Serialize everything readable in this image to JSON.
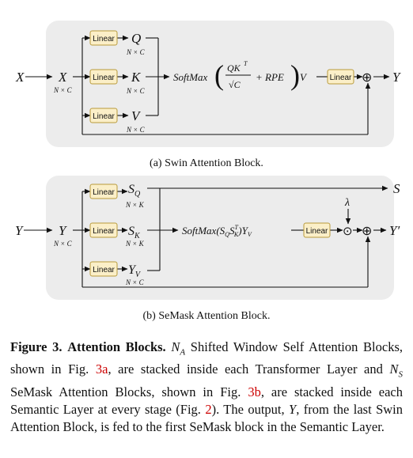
{
  "figure": {
    "swin": {
      "input_outer": "X",
      "input_inner": "X",
      "input_dim": "N × C",
      "linear_q": "Linear",
      "linear_k": "Linear",
      "linear_v": "Linear",
      "q": "Q",
      "k": "K",
      "v": "V",
      "q_dim": "N × C",
      "k_dim": "N × C",
      "v_dim": "N × C",
      "softmax": "SoftMax",
      "numerator": "QK",
      "numerator_sup": "T",
      "denominator": "√C",
      "rpe": "+ RPE",
      "post_v": "V",
      "linear_out": "Linear",
      "plus": "⊕",
      "output": "Y",
      "caption": "(a) Swin Attention Block."
    },
    "semask": {
      "input_outer": "Y",
      "input_inner": "Y",
      "input_dim": "N × C",
      "linear_q": "Linear",
      "linear_k": "Linear",
      "linear_v": "Linear",
      "sq": "S",
      "sq_sub": "Q",
      "sk": "S",
      "sk_sub": "K",
      "yv": "Y",
      "yv_sub": "V",
      "sq_dim": "N × K",
      "sk_dim": "N × K",
      "yv_dim": "N × C",
      "softmax": "SoftMax",
      "formula_pre": "(S",
      "formula_q": "Q",
      "formula_s": "S",
      "formula_t": "T",
      "formula_k": "K",
      "formula_post": ")Y",
      "formula_v": "V",
      "linear_out": "Linear",
      "lambda": "λ",
      "odot": "⊙",
      "plus": "⊕",
      "output": "Y′",
      "s_output": "S",
      "caption": "(b) SeMask Attention Block."
    }
  },
  "caption": {
    "label": "Figure 3.",
    "title": "Attention Blocks.",
    "na": "N",
    "na_sub": "A",
    "text1": " Shifted Window Self Attention Blocks, shown in Fig. ",
    "ref1": "3a",
    "text2": ", are stacked inside each Transformer Layer and ",
    "ns": "N",
    "ns_sub": "S",
    "text3": " SeMask Attention Blocks, shown in Fig. ",
    "ref2": "3b",
    "text4": ", are stacked inside each Semantic Layer at every stage (Fig. ",
    "ref3": "2",
    "text5": "). The output, ",
    "y": "Y",
    "text6": ", from the last Swin Attention Block, is fed to the first SeMask block in the Semantic Layer."
  },
  "colors": {
    "panel": "#ececec",
    "linear_fill": "#fbefc8",
    "linear_stroke": "#b89a3a",
    "link": "#cc0000"
  }
}
